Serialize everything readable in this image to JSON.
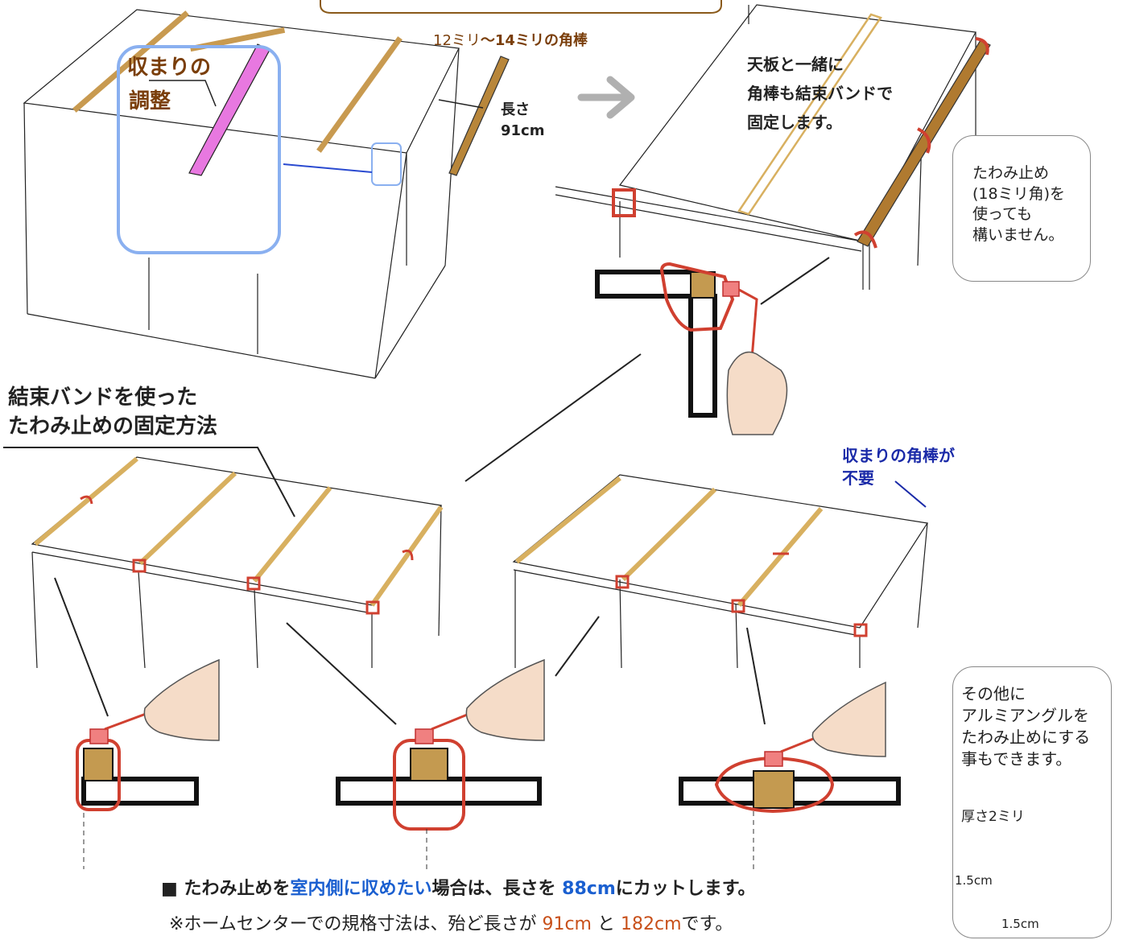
{
  "labels": {
    "adjust_line1": "収まりの",
    "adjust_line2": "調整",
    "bar_size_a": "12ミリ",
    "bar_size_b": "〜14ミリの角棒",
    "length_label": "長さ",
    "length_value": "91cm",
    "fix_line1": "天板と一緒に",
    "fix_line2": "角棒も結束バンドで",
    "fix_line3": "固定します。",
    "method_line1": "結束バンドを使った",
    "method_line2": "たわみ止めの固定方法",
    "unneeded_line1": "収まりの角棒が",
    "unneeded_line2": "不要"
  },
  "note_top": {
    "line1": "たわみ止め",
    "line2": "(18ミリ角)を",
    "line3": "使っても",
    "line4": "構いません。"
  },
  "note_bottom": {
    "line1": "その他に",
    "line2": "アルミアングルを",
    "line3": "たわみ止めにする",
    "line4": "事もできます。",
    "thickness": "厚さ2ミリ",
    "dim_v": "1.5cm",
    "dim_h": "1.5cm"
  },
  "footer": {
    "bullet": "■ ",
    "t1": "たわみ止めを",
    "t2": "室内側に収めたい",
    "t3": "場合は、長さを ",
    "t4": "88cm",
    "t5": "にカットします。",
    "n1": "※ホームセンターでの規格寸法は、殆ど長さが ",
    "n2": "91cm",
    "n3": " と ",
    "n4": "182cm",
    "n5": "です。"
  },
  "colors": {
    "wood": "#c8a060",
    "wood_dark": "#9a6a2a",
    "band": "#d04030",
    "band_pink": "#f0a0a8",
    "highlight_magenta": "#e070e0",
    "frame_blue": "#80a8f0",
    "arrow_gray": "#b0b0b0",
    "accent_blue": "#1a5fd0",
    "accent_red": "#c8501a",
    "hand": "#f5dcc8"
  }
}
